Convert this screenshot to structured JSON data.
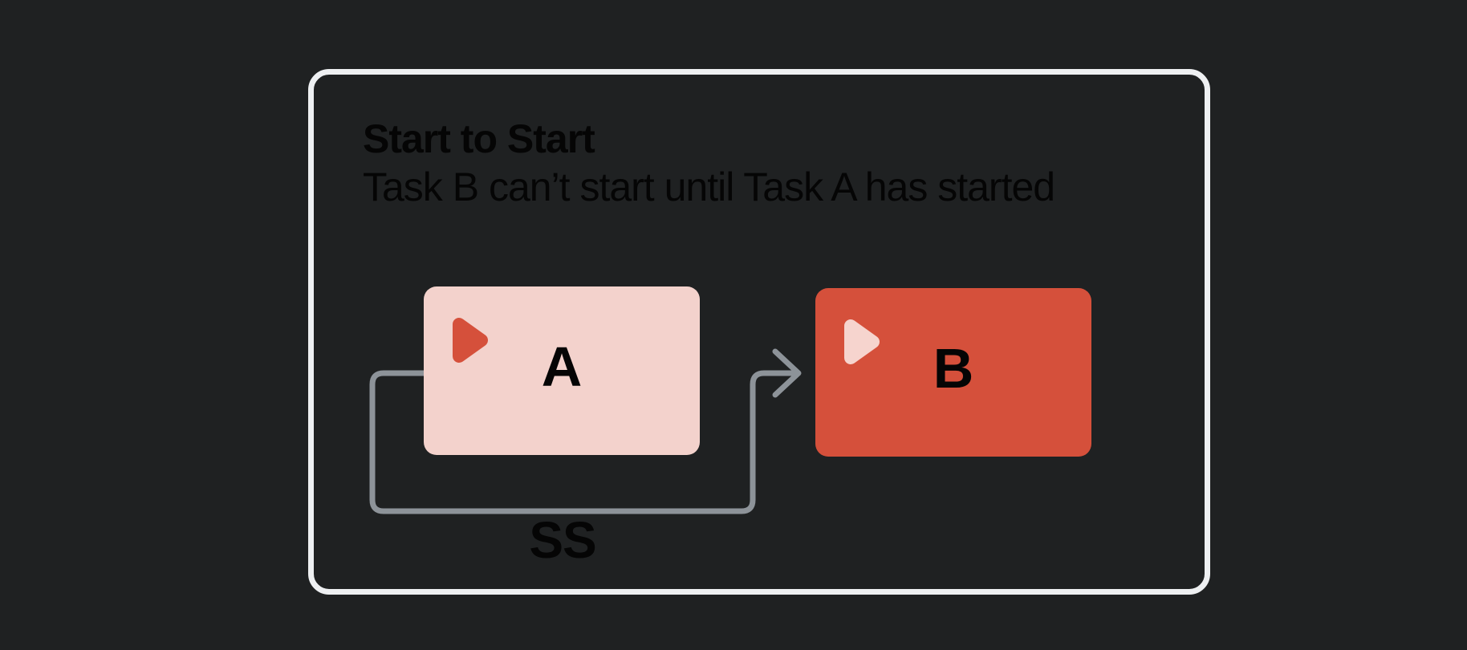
{
  "card": {
    "title": "Start to Start",
    "subtitle": "Task B can’t start until Task A has started"
  },
  "tasks": [
    {
      "id": "task-a",
      "label": "A"
    },
    {
      "id": "task-b",
      "label": "B"
    }
  ],
  "connector": {
    "type_label": "SS"
  },
  "colors": {
    "background": "#1F2122",
    "card_outline": "#EEF0F2",
    "task_a_fill": "#F3D2CC",
    "task_b_fill": "#D5503B",
    "play_icon_a": "#D5503B",
    "play_icon_b": "#F6D4CE",
    "connector_line": "#8D9399",
    "text": "#050505"
  }
}
